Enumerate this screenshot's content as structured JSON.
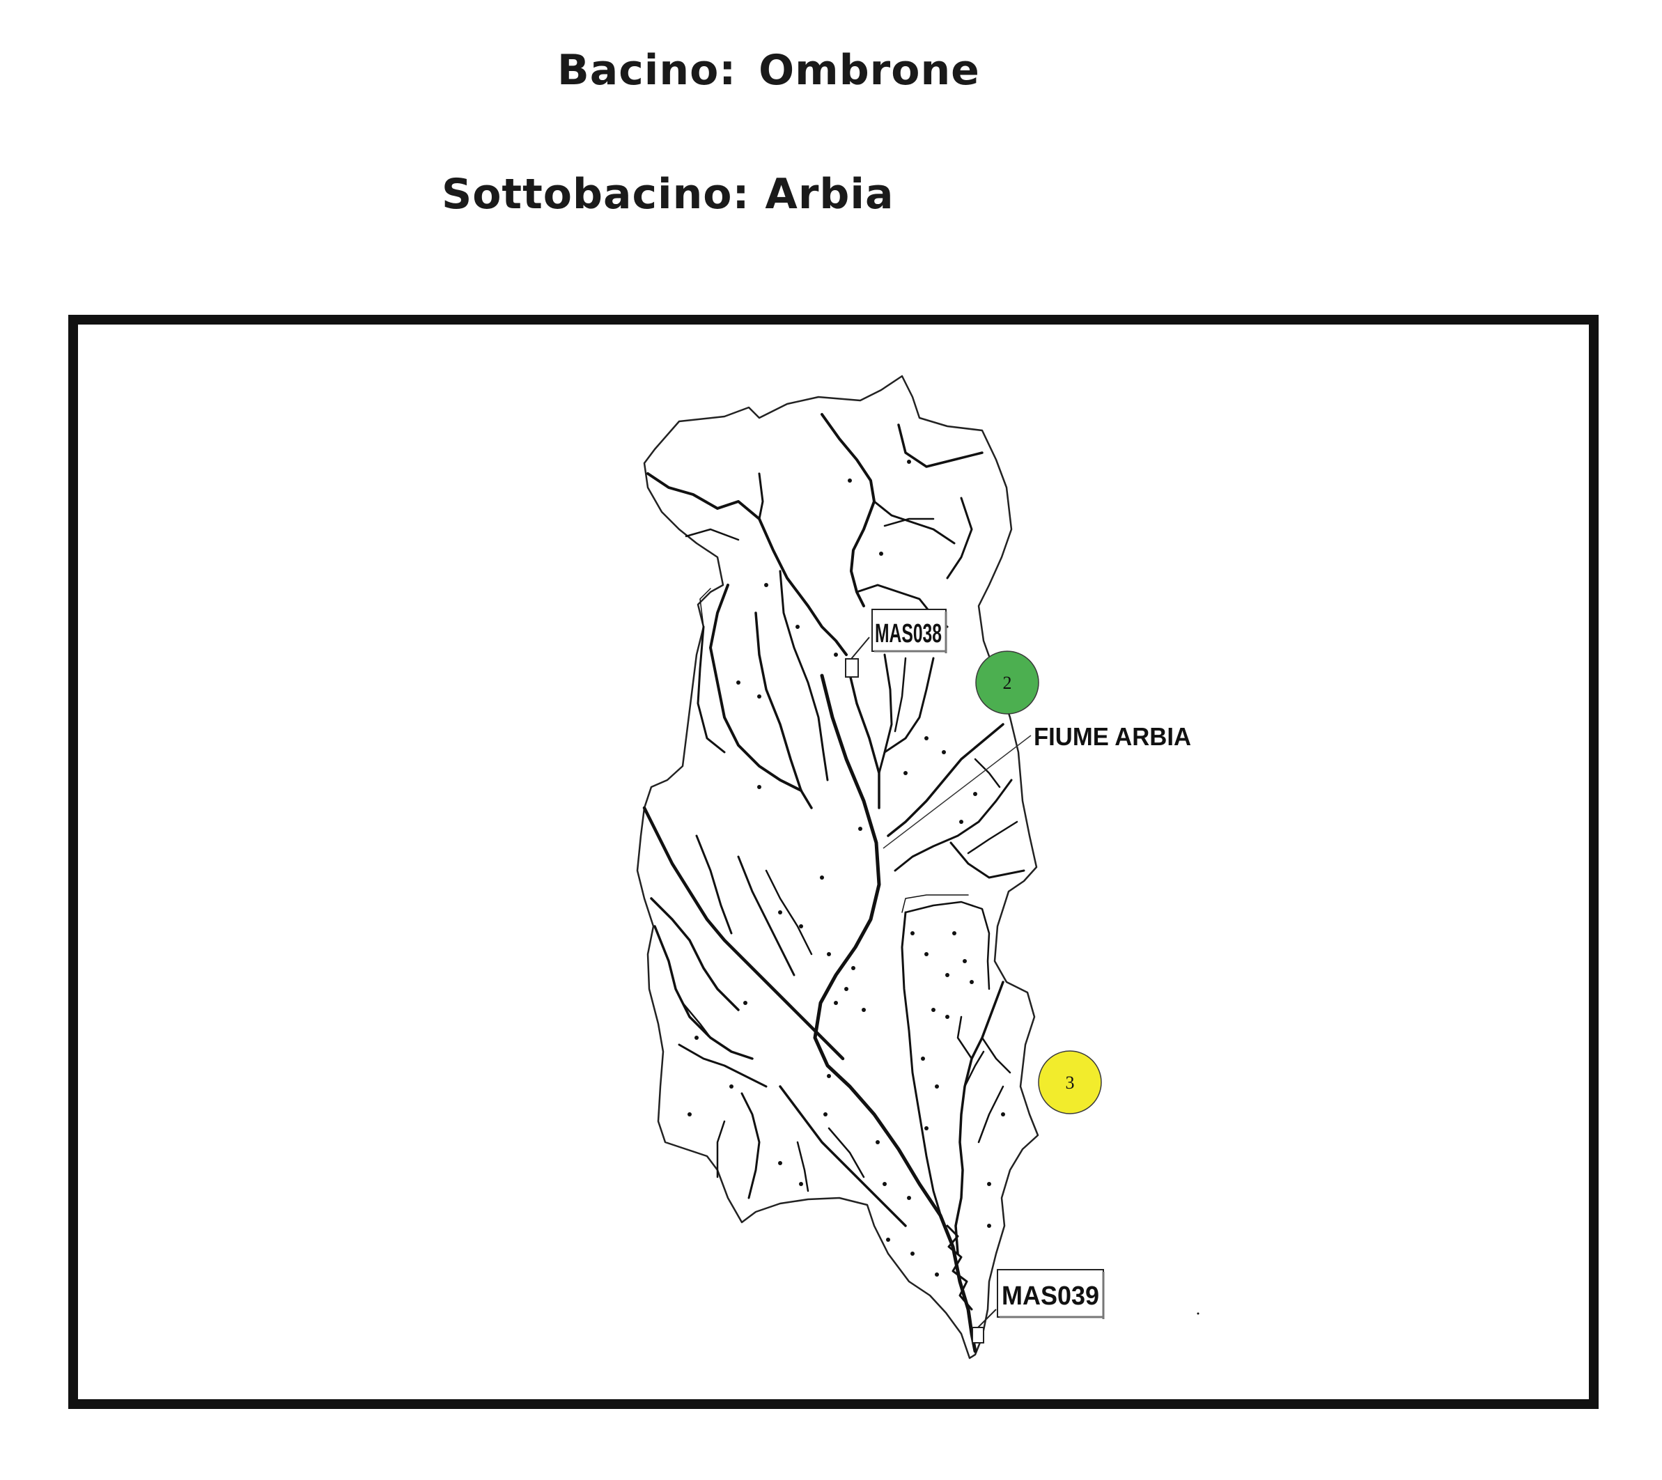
{
  "header": {
    "basin_title": "Bacino:  Ombrone",
    "subbasin_title": "Sottobacino: Arbia"
  },
  "map": {
    "stations": [
      {
        "id": "MAS038"
      },
      {
        "id": "MAS039"
      }
    ],
    "river_label": "FIUME ARBIA",
    "markers": [
      {
        "number": "2",
        "color": "#4caf50"
      },
      {
        "number": "3",
        "color": "#f2ec2c"
      }
    ]
  }
}
